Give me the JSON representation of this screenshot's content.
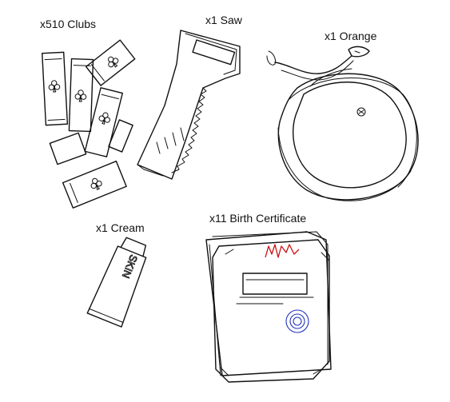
{
  "inventory": {
    "items": [
      {
        "id": "clubs",
        "label": "x510 Clubs",
        "quantity": 510,
        "name": "Clubs"
      },
      {
        "id": "saw",
        "label": "x1 Saw",
        "quantity": 1,
        "name": "Saw"
      },
      {
        "id": "orange",
        "label": "x1 Orange",
        "quantity": 1,
        "name": "Orange"
      },
      {
        "id": "cream",
        "label": "x1 Cream",
        "quantity": 1,
        "name": "Cream"
      },
      {
        "id": "cert",
        "label": "x11 Birth Certificate",
        "quantity": 11,
        "name": "Birth Certificate"
      }
    ],
    "cream_tube_text": "SKIN",
    "colors": {
      "ink": "#111111",
      "signature": "#cc1111",
      "stamp": "#2233bb"
    }
  }
}
